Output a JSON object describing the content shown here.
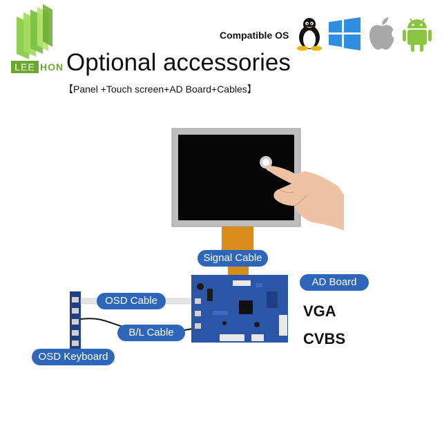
{
  "brand": {
    "lee": "LEE",
    "hon": "HON",
    "accent": "#6aa82e"
  },
  "header": {
    "title": "Optional accessories",
    "subtitle": "【Panel +Touch screen+AD Board+Cables】",
    "compatible_os_label": "Compatible OS"
  },
  "os_icons": [
    "linux-tux-icon",
    "windows-icon",
    "apple-icon",
    "android-icon"
  ],
  "labels": {
    "signal_cable": "Signal Cable",
    "ad_board": "AD Board",
    "osd_cable": "OSD Cable",
    "bl_cable": "B/L Cable",
    "osd_keyboard": "OSD Keyboard"
  },
  "signals": {
    "vga": "VGA",
    "cvbs": "CVBS"
  },
  "colors": {
    "pill": "#2e66b9",
    "board": "#2b56a8",
    "panel_frame": "#bdbdbd",
    "screen": "#050505",
    "flex_cable": "#d98c1c"
  }
}
